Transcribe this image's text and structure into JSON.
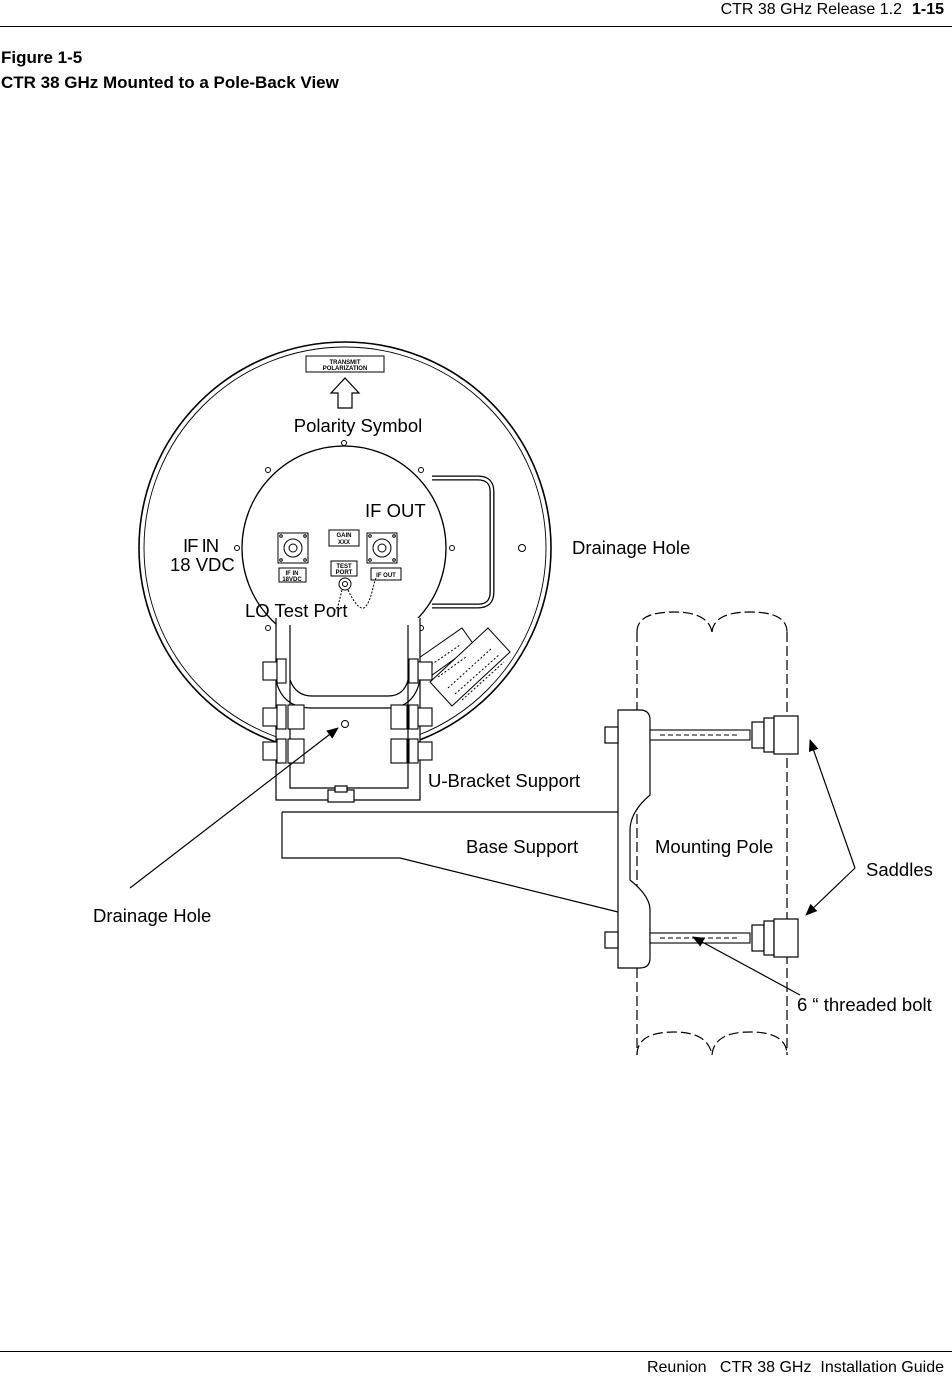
{
  "header": {
    "release": "CTR 38 GHz Release 1.2",
    "page_number": "1-15"
  },
  "figure": {
    "number": "Figure 1-5",
    "title": "CTR 38 GHz Mounted to a Pole-Back View"
  },
  "labels": {
    "polarity_symbol": "Polarity Symbol",
    "if_out": "IF OUT",
    "if_in": "IF IN",
    "vdc": "18 VDC",
    "drainage_hole_right": "Drainage Hole",
    "lo_test_port": "LO Test Port",
    "u_bracket_support": "U-Bracket Support",
    "base_support": "Base Support",
    "mounting_pole": "Mounting Pole",
    "saddles": "Saddles",
    "drainage_hole_left": "Drainage Hole",
    "threaded_bolt": "6 “ threaded bolt"
  },
  "plate_text": {
    "transmit": "TRANSMIT",
    "polarization": "POLARIZATION",
    "gain": "GAIN",
    "gain_value": "XXX",
    "test": "TEST",
    "port": "PORT",
    "if_in_small": "IF IN",
    "vdc_small": "18VDC",
    "if_out_small": "IF OUT"
  },
  "footer": {
    "text": "Reunion   CTR 38 GHz  Installation Guide"
  }
}
